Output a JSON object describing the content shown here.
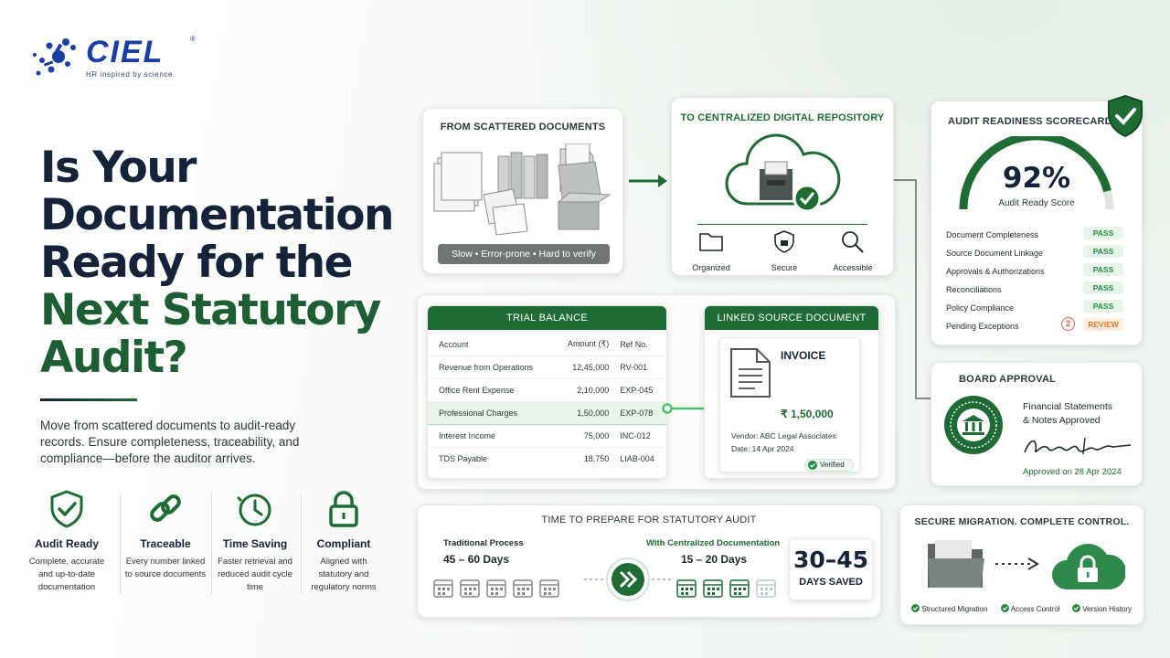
{
  "brand": {
    "name": "CIEL",
    "registered": "®",
    "tagline": "HR inspired by science",
    "colors": {
      "blue": "#1a3ea8",
      "green": "#1e6b34"
    }
  },
  "hero": {
    "line1": "Is Your",
    "line2": "Documentation",
    "line3": "Ready for the",
    "line4": "Next Statutory",
    "line5": "Audit?",
    "intro": "Move from scattered documents to audit-ready records. Ensure completeness, traceability, and compliance—before the auditor arrives."
  },
  "features": [
    {
      "icon": "shield-check-icon",
      "title": "Audit Ready",
      "desc": "Complete, accurate and up-to-date documentation"
    },
    {
      "icon": "chain-link-icon",
      "title": "Traceable",
      "desc": "Every number linked to source documents"
    },
    {
      "icon": "clock-icon",
      "title": "Time Saving",
      "desc": "Faster retrieval and reduced audit cycle time"
    },
    {
      "icon": "padlock-icon",
      "title": "Compliant",
      "desc": "Aligned with statutory and regulatory norms"
    }
  ],
  "scattered": {
    "title": "FROM SCATTERED DOCUMENTS",
    "caption": "Slow • Error-prone • Hard to verify"
  },
  "repository": {
    "title": "TO CENTRALIZED DIGITAL REPOSITORY",
    "items": [
      "Organized",
      "Secure",
      "Accessible"
    ]
  },
  "scorecard": {
    "title": "AUDIT READINESS SCORECARD",
    "score": "92%",
    "score_value": 92,
    "score_label": "Audit Ready Score",
    "rows": [
      {
        "label": "Document Completeness",
        "status": "PASS"
      },
      {
        "label": "Source Document Linkage",
        "status": "PASS"
      },
      {
        "label": "Approvals & Authorizations",
        "status": "PASS"
      },
      {
        "label": "Reconciliations",
        "status": "PASS"
      },
      {
        "label": "Policy Compliance",
        "status": "PASS"
      },
      {
        "label": "Pending Exceptions",
        "count": "2",
        "status": "REVIEW"
      }
    ]
  },
  "trial_balance": {
    "title": "TRIAL BALANCE",
    "headers": [
      "Account",
      "Amount (₹)",
      "Ref No."
    ],
    "rows": [
      [
        "Revenue from Operations",
        "12,45,000",
        "RV-001"
      ],
      [
        "Office Rent Expense",
        "2,10,000",
        "EXP-045"
      ],
      [
        "Professional Charges",
        "1,50,000",
        "EXP-078"
      ],
      [
        "Interest Income",
        "75,000",
        "INC-012"
      ],
      [
        "TDS Payable",
        "18,750",
        "LIAB-004"
      ]
    ]
  },
  "linked": {
    "title": "LINKED SOURCE DOCUMENT",
    "doc_title": "INVOICE",
    "amount": "₹ 1,50,000",
    "vendor": "Vendor: ABC Legal Associates",
    "date": "Date: 14 Apr 2024",
    "badge": "Verified"
  },
  "board": {
    "title": "BOARD APPROVAL",
    "line1": "Financial Statements",
    "line2": "& Notes Approved",
    "approved": "Approved on 28 Apr 2024"
  },
  "time": {
    "title": "TIME TO PREPARE FOR STATUTORY AUDIT",
    "trad_label": "Traditional Process",
    "trad_days": "45 – 60 Days",
    "cent_label": "With Centralized Documentation",
    "cent_days": "15 – 20 Days",
    "saved_num": "30–45",
    "saved_label": "DAYS SAVED"
  },
  "migration": {
    "title": "SECURE MIGRATION. COMPLETE CONTROL.",
    "items": [
      "Structured Migration",
      "Access Control",
      "Version History"
    ]
  }
}
